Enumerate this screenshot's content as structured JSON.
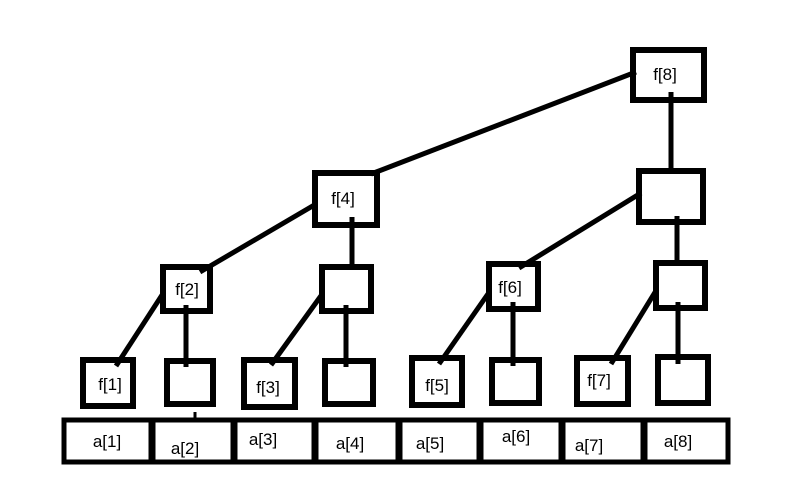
{
  "colors": {
    "ink": "#000000",
    "background": "#ffffff"
  },
  "labels": {
    "f8": "f[8]",
    "f4": "f[4]",
    "f2": "f[2]",
    "f6": "f[6]",
    "f1": "f[1]",
    "f3": "f[3]",
    "f5": "f[5]",
    "f7": "f[7]"
  },
  "array": {
    "cells": [
      "a[1]",
      "a[2]",
      "a[3]",
      "a[4]",
      "a[5]",
      "a[6]",
      "a[7]",
      "a[8]"
    ]
  },
  "tree": {
    "unlabeled_nodes": [
      "u1-under-f8",
      "u2-under-f4",
      "u3-under-u1",
      "u4-leaf",
      "u5-leaf",
      "u6-leaf",
      "u7-leaf"
    ],
    "edges": [
      [
        "f8",
        "f4"
      ],
      [
        "f8",
        "u1"
      ],
      [
        "f4",
        "f2"
      ],
      [
        "f4",
        "u2"
      ],
      [
        "u1",
        "f6"
      ],
      [
        "u1",
        "u3"
      ],
      [
        "f2",
        "f1"
      ],
      [
        "f2",
        "u4"
      ],
      [
        "u2",
        "f3"
      ],
      [
        "u2",
        "u5"
      ],
      [
        "f6",
        "f5"
      ],
      [
        "f6",
        "u6"
      ],
      [
        "u3",
        "f7"
      ],
      [
        "u3",
        "u7"
      ]
    ]
  }
}
